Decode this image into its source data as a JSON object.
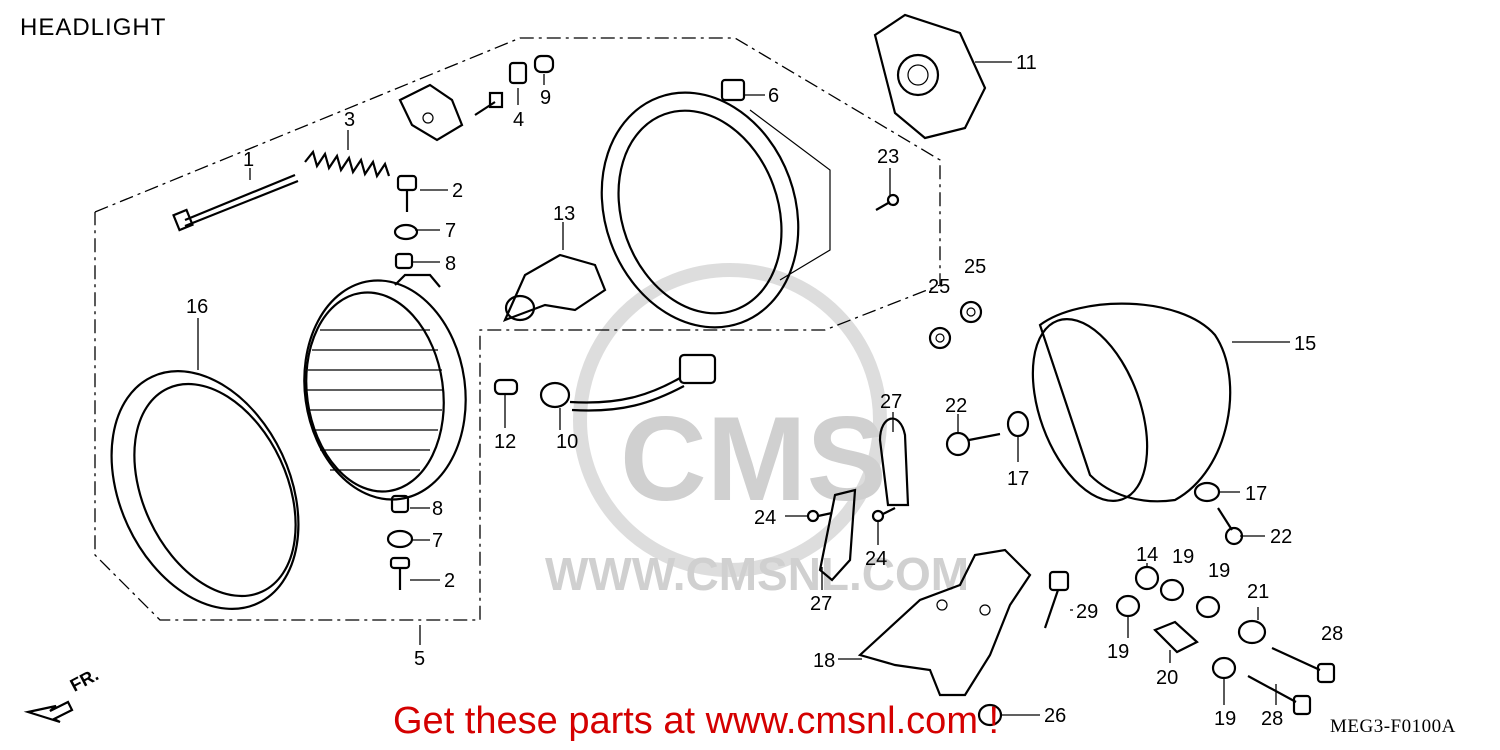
{
  "title": "HEADLIGHT",
  "banner": "Get these parts at www.cmsnl.com !",
  "diagram_code": "MEG3-F0100A",
  "direction_label": "FR.",
  "watermark": {
    "logo": "CMS",
    "url": "WWW.CMSNL.COM"
  },
  "callouts": {
    "c1": "1",
    "c2a": "2",
    "c2b": "2",
    "c3": "3",
    "c4": "4",
    "c5": "5",
    "c6": "6",
    "c7a": "7",
    "c7b": "7",
    "c8a": "8",
    "c8b": "8",
    "c9": "9",
    "c10": "10",
    "c11": "11",
    "c12": "12",
    "c13": "13",
    "c14": "14",
    "c15": "15",
    "c16": "16",
    "c17a": "17",
    "c17b": "17",
    "c18": "18",
    "c19a": "19",
    "c19b": "19",
    "c19c": "19",
    "c19d": "19",
    "c20": "20",
    "c21": "21",
    "c22a": "22",
    "c22b": "22",
    "c23": "23",
    "c24a": "24",
    "c24b": "24",
    "c25a": "25",
    "c25b": "25",
    "c26": "26",
    "c27a": "27",
    "c27b": "27",
    "c28a": "28",
    "c28b": "28",
    "c29": "29"
  }
}
